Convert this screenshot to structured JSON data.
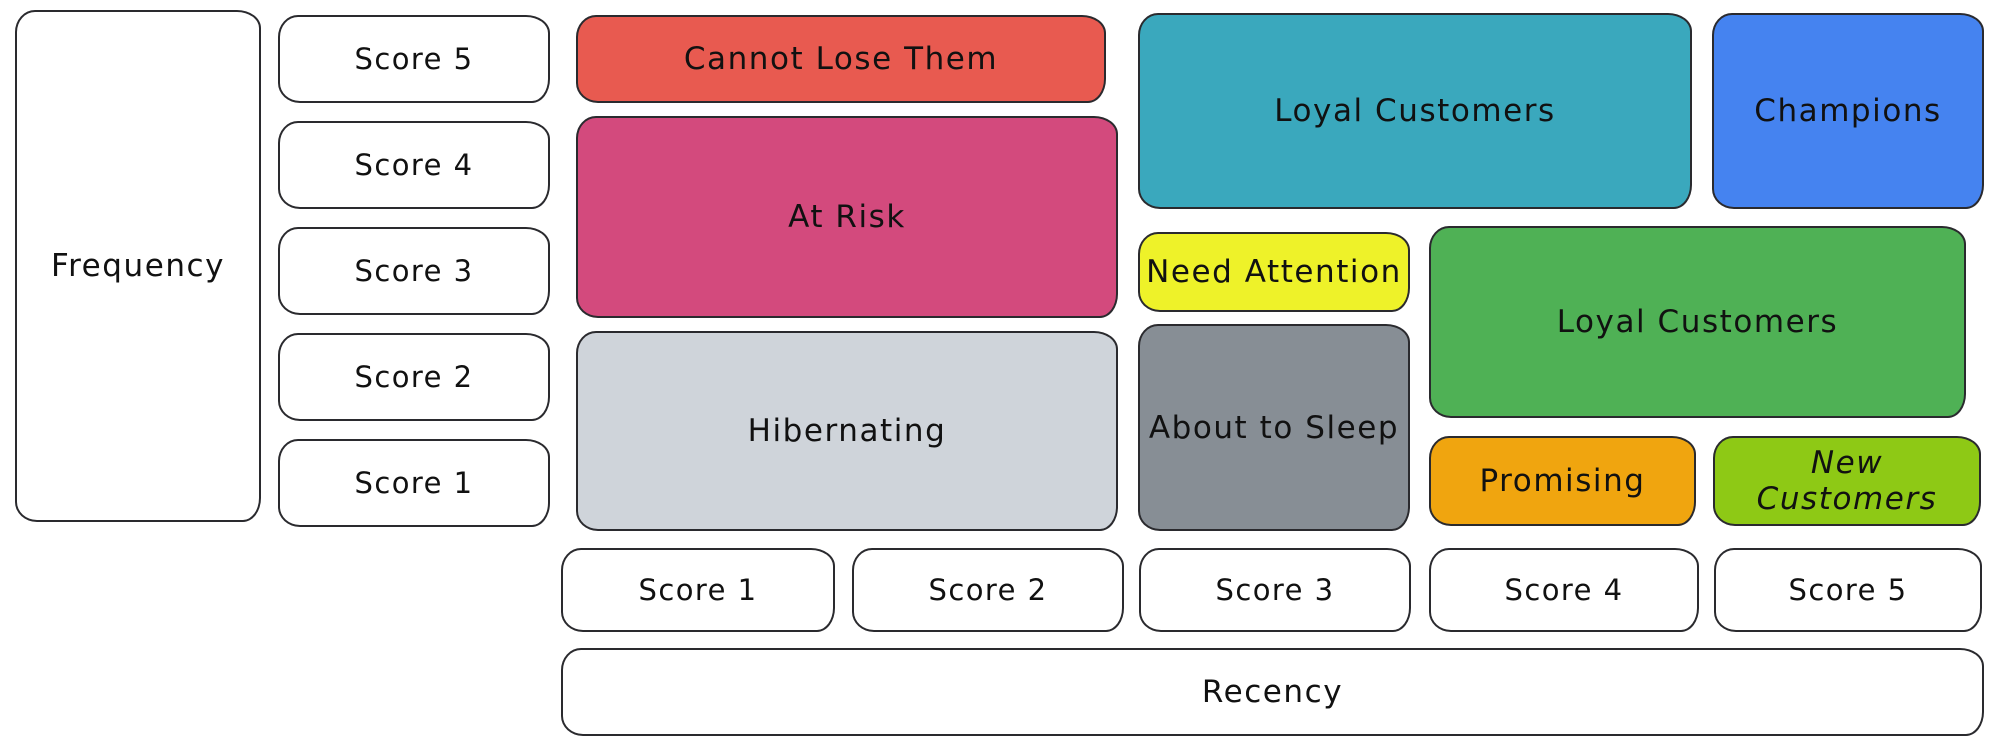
{
  "canvas": {
    "background": "#ffffff",
    "stroke_color": "#2a2a2e",
    "text_color": "#111111"
  },
  "axes": {
    "frequency": {
      "label": "Frequency",
      "scores": [
        "Score 5",
        "Score 4",
        "Score 3",
        "Score 2",
        "Score 1"
      ]
    },
    "recency": {
      "label": "Recency",
      "scores": [
        "Score 1",
        "Score 2",
        "Score 3",
        "Score 4",
        "Score 5"
      ]
    }
  },
  "segments": {
    "cannot_lose_them": {
      "label": "Cannot Lose Them",
      "color": "#e85a50"
    },
    "at_risk": {
      "label": "At Risk",
      "color": "#d34a7d"
    },
    "hibernating": {
      "label": "Hibernating",
      "color": "#cfd4da"
    },
    "loyal_customers_top": {
      "label": "Loyal Customers",
      "color": "#3aa8bd"
    },
    "champions": {
      "label": "Champions",
      "color": "#4583f0"
    },
    "need_attention": {
      "label": "Need Attention",
      "color": "#eef229"
    },
    "loyal_customers_right": {
      "label": "Loyal Customers",
      "color": "#4fb155"
    },
    "about_to_sleep": {
      "label": "About to Sleep",
      "color": "#878e95"
    },
    "promising": {
      "label": "Promising",
      "color": "#f0a50f"
    },
    "new_customers": {
      "label": "New Customers",
      "color": "#8ec915"
    }
  }
}
